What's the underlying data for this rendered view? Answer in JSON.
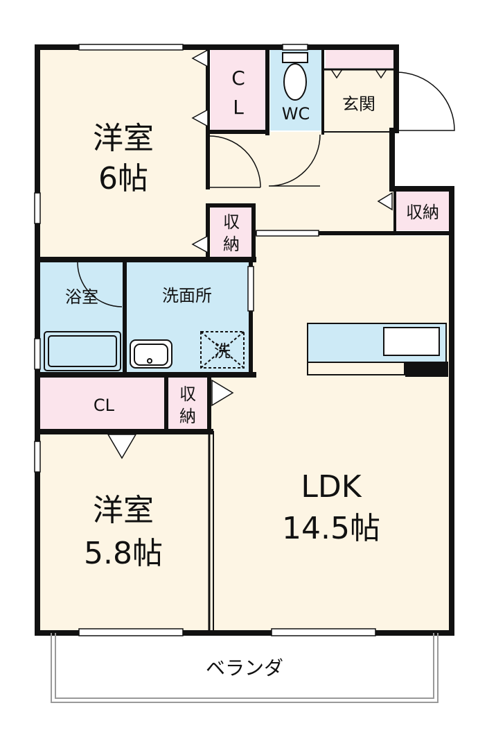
{
  "colors": {
    "wall": "#111111",
    "room_floor": "#fdf5e4",
    "closet": "#fbe4ec",
    "wet_area": "#cdeaf6",
    "window": "#ffffff",
    "balcony_rail": "#999999"
  },
  "rooms": {
    "western_room_1": {
      "name": "洋室",
      "size": "6帖"
    },
    "western_room_2": {
      "name": "洋室",
      "size": "5.8帖"
    },
    "ldk": {
      "name": "LDK",
      "size": "14.5帖"
    },
    "closet_top": {
      "line1": "C",
      "line2": "L"
    },
    "wc": {
      "name": "WC"
    },
    "entrance": {
      "name": "玄関"
    },
    "storage_entrance": {
      "name": "収納"
    },
    "storage_hall": {
      "line1": "収",
      "line2": "納"
    },
    "bathroom": {
      "name": "浴室"
    },
    "washroom": {
      "name": "洗面所"
    },
    "washer": {
      "name": "洗"
    },
    "closet_bottom": {
      "name": "CL"
    },
    "storage_mid": {
      "line1": "収",
      "line2": "納"
    },
    "balcony": {
      "name": "ベランダ"
    }
  }
}
